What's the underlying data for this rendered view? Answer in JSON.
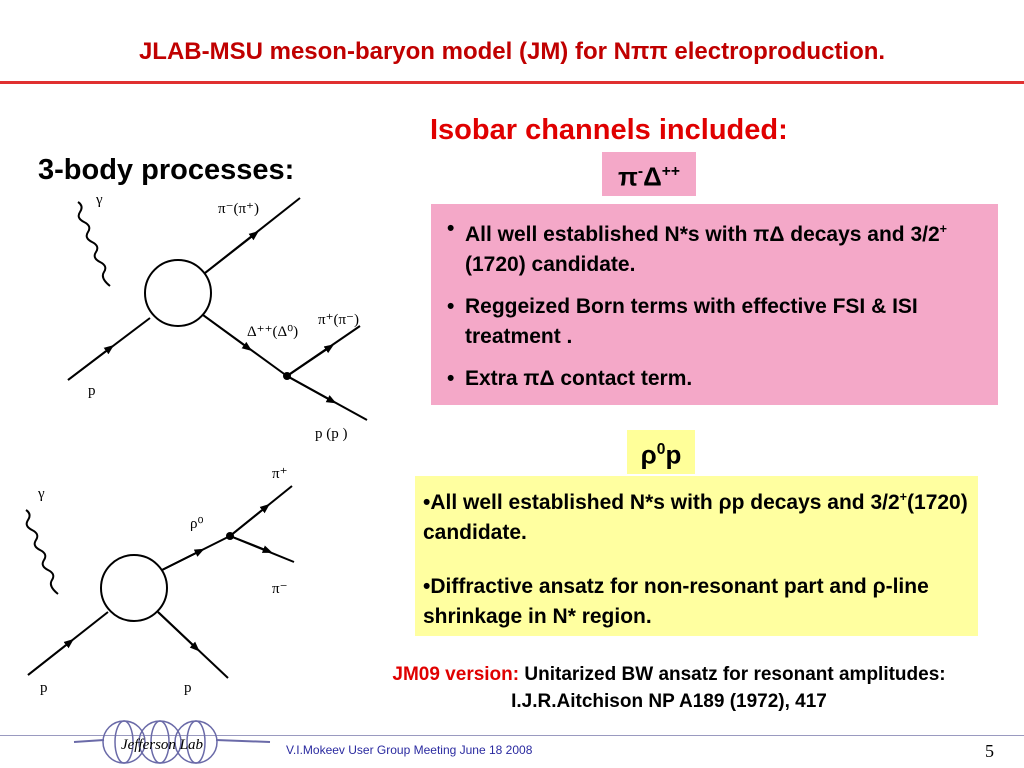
{
  "slide": {
    "title": "JLAB-MSU meson-baryon model (JM) for Nππ  electroproduction.",
    "isobar_heading": "Isobar channels included:",
    "body_heading": "3-body processes:",
    "page_number": "5",
    "footer_text": "V.I.Mokeev   User Group Meeting June 18 2008",
    "logo_text": "Jefferson Lab"
  },
  "channels": {
    "pi_delta": {
      "base": "π",
      "sup1": "-",
      "delta": "Δ",
      "sup2": "++"
    },
    "rho_p": {
      "rho": "ρ",
      "sup": "0",
      "p": "p"
    }
  },
  "box1": {
    "item1_a": "All well established N*s with πΔ decays and 3/2",
    "item1_sup": "+",
    "item1_b": "(1720) candidate.",
    "item2": "Reggeized Born terms with effective FSI & ISI treatment .",
    "item3": "Extra πΔ contact term."
  },
  "box2": {
    "item1_a": "•All well established N*s with ρp decays and 3/2",
    "item1_sup": "+",
    "item1_b": "(1720) candidate.",
    "item2": "•Diffractive ansatz for non-resonant part and ρ-line shrinkage in N* region."
  },
  "jm09": {
    "label": "JM09 version:",
    "text": " Unitarized BW ansatz for resonant amplitudes:",
    "ref": "I.J.R.Aitchison NP A189 (1972), 417"
  },
  "diagram1": {
    "gamma": "γ",
    "pi_top": "π⁻(π⁺)",
    "delta": "Δ⁺⁺(Δ⁰)",
    "pi_right": "π⁺(π⁻)",
    "p_in": "p",
    "p_out": "p (p )"
  },
  "diagram2": {
    "gamma": "γ",
    "rho": "ρ⁰",
    "pi_plus": "π⁺",
    "pi_minus": "π⁻",
    "p_in": "p",
    "p_out": "p"
  }
}
